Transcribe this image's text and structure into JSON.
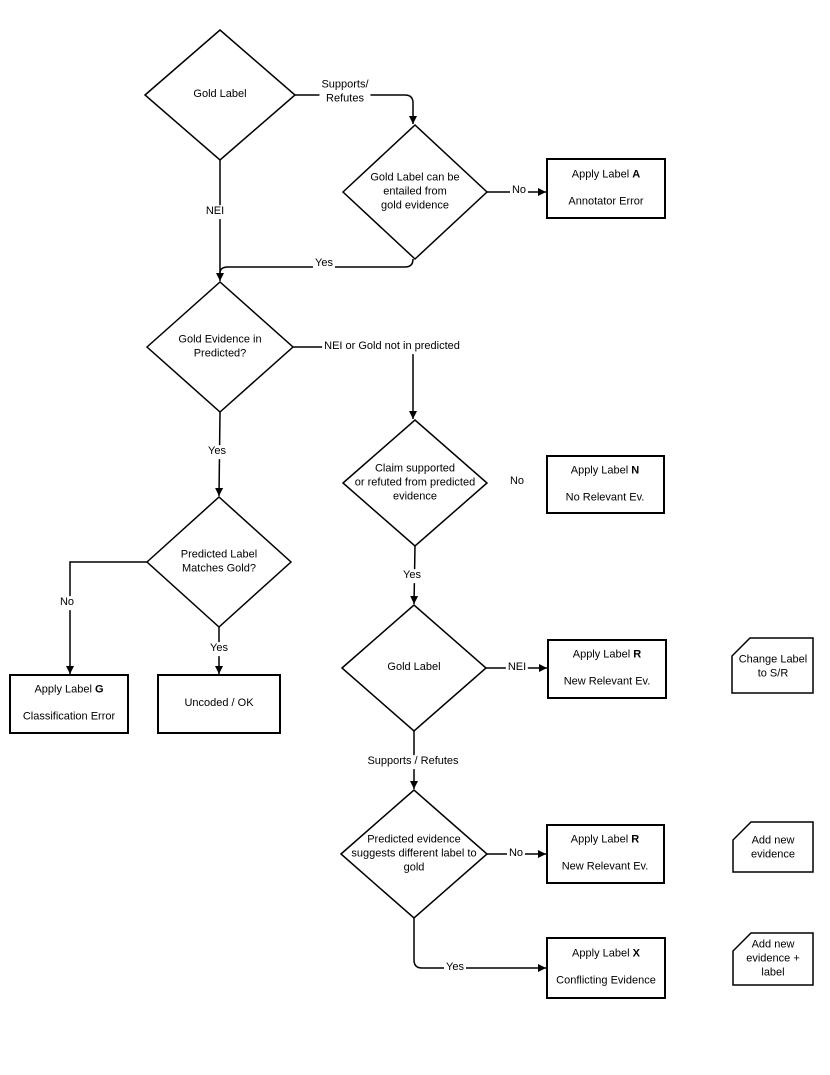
{
  "diagram": {
    "background": "#ffffff",
    "line_color": "#000000",
    "decisions": {
      "gold_label_1": {
        "label": "Gold Label"
      },
      "entailed_from_gold": {
        "label": "Gold Label can be\nentailed from\ngold evidence"
      },
      "gold_evidence_in_predicted": {
        "label": "Gold Evidence in\nPredicted?"
      },
      "claim_supported": {
        "label": "Claim supported\nor refuted from predicted\nevidence"
      },
      "predicted_matches_gold": {
        "label": "Predicted Label\nMatches Gold?"
      },
      "gold_label_2": {
        "label": "Gold Label"
      },
      "predicted_suggests_different": {
        "label": "Predicted evidence\nsuggests different label to\ngold"
      }
    },
    "outcomes": {
      "annotator_error": {
        "prefix": "Apply Label",
        "code": "A",
        "desc": "Annotator Error"
      },
      "no_relevant_ev": {
        "prefix": "Apply Label",
        "code": "N",
        "desc": "No Relevant Ev."
      },
      "classification_error": {
        "prefix": "Apply Label",
        "code": "G",
        "desc": "Classification Error"
      },
      "uncoded_ok": {
        "label": "Uncoded / OK"
      },
      "new_relevant_ev_1": {
        "prefix": "Apply Label",
        "code": "R",
        "desc": "New Relevant Ev."
      },
      "new_relevant_ev_2": {
        "prefix": "Apply Label",
        "code": "R",
        "desc": "New Relevant Ev."
      },
      "conflicting_evidence": {
        "prefix": "Apply Label",
        "code": "X",
        "desc": "Conflicting Evidence"
      }
    },
    "notes": {
      "change_label": {
        "label": "Change Label\nto S/R"
      },
      "add_new_evidence": {
        "label": "Add new\nevidence"
      },
      "add_new_evidence_label": {
        "label": "Add new\nevidence +\nlabel"
      }
    },
    "edge_labels": {
      "supports_refutes_wrapped": "Supports/\nRefutes",
      "no_annotator": "No",
      "nei_top": "NEI",
      "yes_entailed": "Yes",
      "nei_or_gold_not_in_predicted": "NEI or Gold not in predicted",
      "yes_gold_in_predicted": "Yes",
      "no_claim_supported": "No",
      "no_label_match": "No",
      "yes_label_match": "Yes",
      "yes_claim_supported": "Yes",
      "nei_gold_label_2": "NEI",
      "supports_refutes": "Supports / Refutes",
      "no_different_label": "No",
      "yes_different_label": "Yes"
    }
  }
}
